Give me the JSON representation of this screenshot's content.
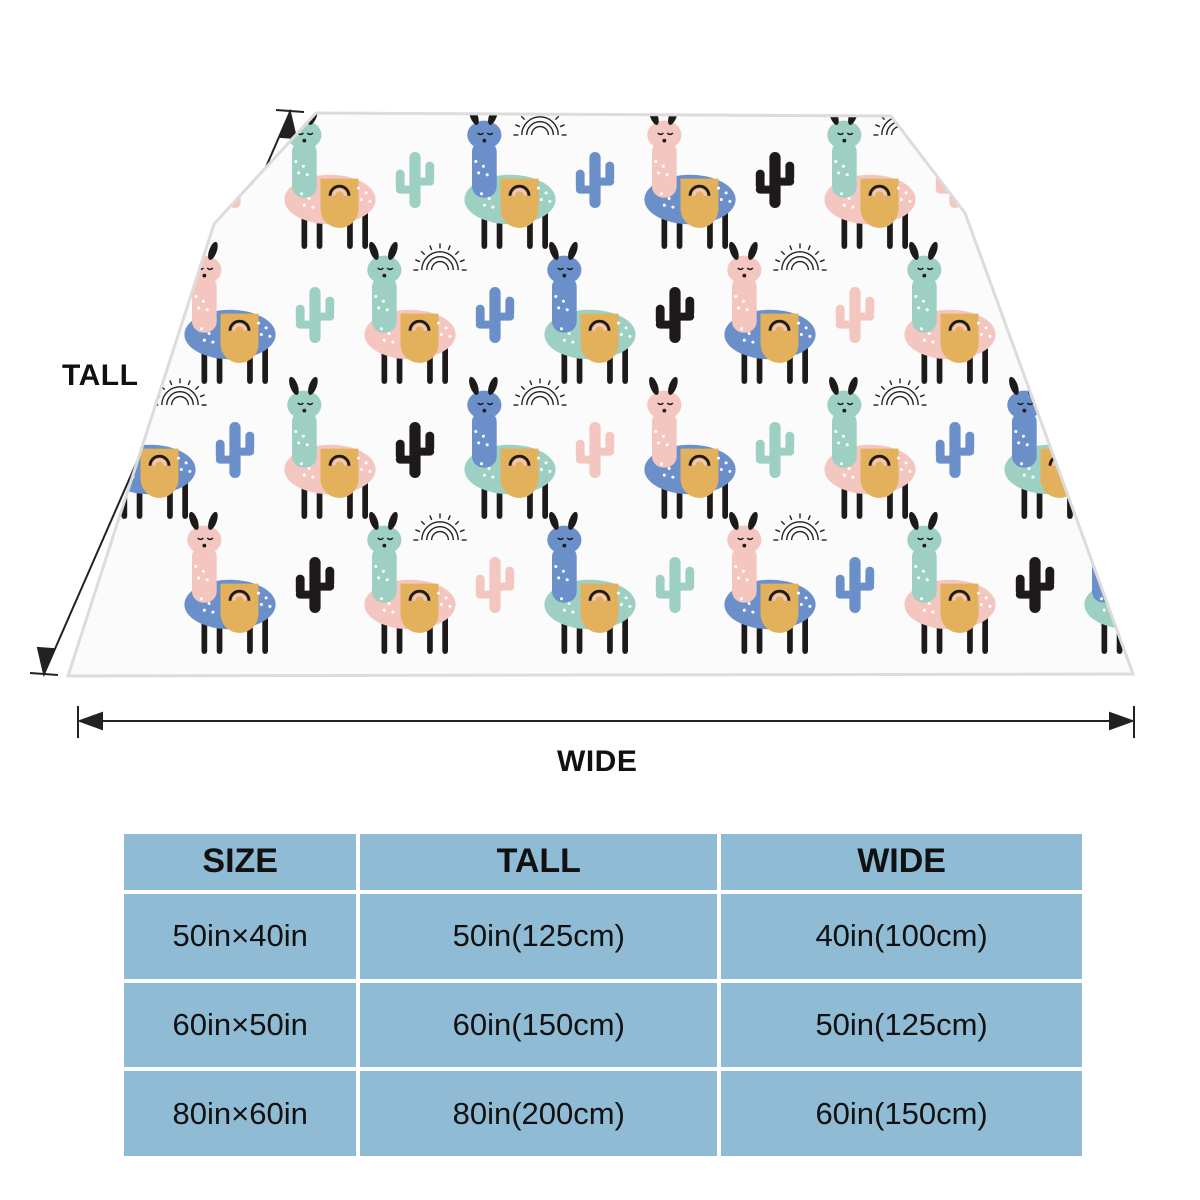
{
  "dimensions": {
    "tall_label": "TALL",
    "wide_label": "WIDE"
  },
  "blanket": {
    "pattern": "llama-cactus-rainbow",
    "colors": {
      "blue": "#6b8fc9",
      "pink": "#f3c6c0",
      "mint": "#9dcfc2",
      "mustard": "#e3b05b",
      "black": "#1e1a1a"
    }
  },
  "table": {
    "headers": [
      "SIZE",
      "TALL",
      "WIDE"
    ],
    "rows": [
      [
        "50in×40in",
        "50in(125cm)",
        "40in(100cm)"
      ],
      [
        "60in×50in",
        "60in(150cm)",
        "50in(125cm)"
      ],
      [
        "80in×60in",
        "80in(200cm)",
        "60in(150cm)"
      ]
    ],
    "header_color": "#8fbcd4"
  }
}
